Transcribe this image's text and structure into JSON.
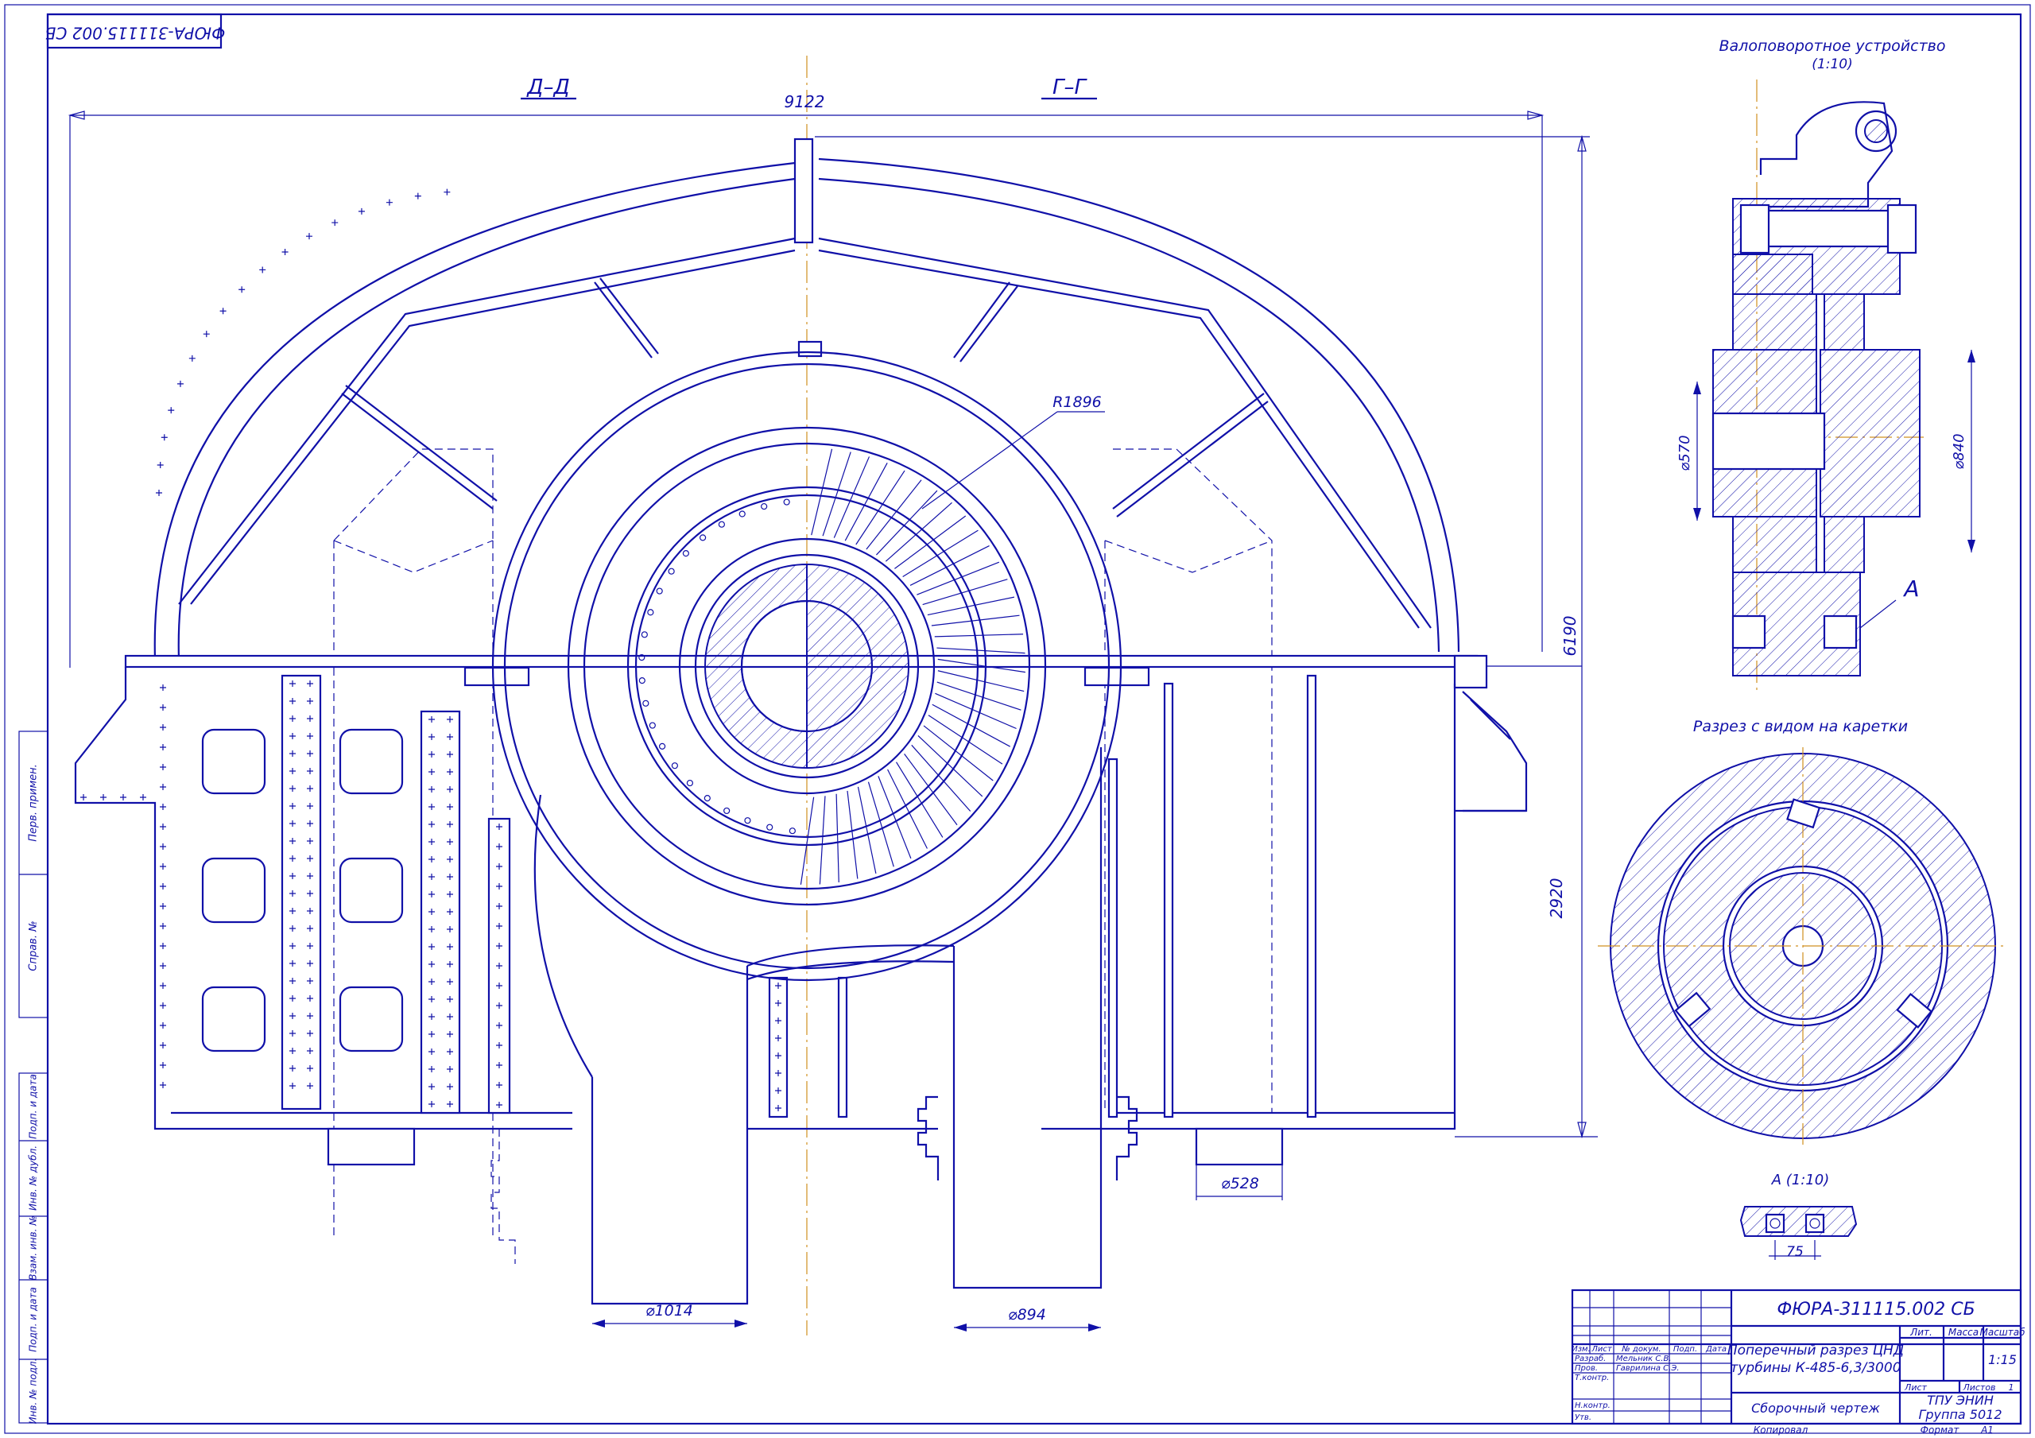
{
  "stamp_top": "ФЮРА-311115.002 СБ",
  "sections": {
    "left": "Д–Д",
    "right": "Г–Г"
  },
  "dimensions": {
    "width_total": "9122",
    "height_total": "6190",
    "height_lower": "2920",
    "radius": "R1896",
    "d_pipe_left": "⌀1014",
    "d_pipe_right": "⌀894",
    "d_pipe_small": "⌀528",
    "d_shaft_small": "⌀570",
    "d_shaft_large": "⌀840",
    "detail_a_dim": "75"
  },
  "views": {
    "turning_device_title": "Валоповоротное устройство",
    "turning_device_scale": "(1:10)",
    "carriage_section_title": "Разрез с видом на каретки",
    "detail_label": "А",
    "detail_title": "А (1:10)"
  },
  "side_stamp": [
    "Перв. примен.",
    "Справ. №",
    "Подп. и дата",
    "Инв. № дубл.",
    "Взам. инв. №",
    "Подп. и дата",
    "Инв. № подл."
  ],
  "title_block": {
    "designation": "ФЮРА-311115.002 СБ",
    "name_line1": "Поперечный разрез ЦНД",
    "name_line2": "турбины К-485-6,3/3000",
    "doc_type": "Сборочный чертеж",
    "header_cols": [
      "Изм.",
      "Лист",
      "№ докум.",
      "Подп.",
      "Дата"
    ],
    "roles": [
      "Разраб.",
      "Пров.",
      "Т.контр.",
      "",
      "Н.контр.",
      "Утв."
    ],
    "names": [
      "Мельник С.В.",
      "Гаврилина С.Э.",
      "",
      "",
      "",
      ""
    ],
    "col_lit": "Лит.",
    "col_mass": "Масса",
    "col_scale": "Масштаб",
    "scale": "1:15",
    "sheet_label": "Лист",
    "sheets_label": "Листов",
    "sheets_count": "1",
    "org_line1": "ТПУ ЭНИН",
    "org_line2": "Группа 5012",
    "copied": "Копировал",
    "format_label": "Формат",
    "format": "А1"
  },
  "colors": {
    "line": "#1010a8",
    "axis": "#d09020",
    "paper": "#ffffff"
  }
}
